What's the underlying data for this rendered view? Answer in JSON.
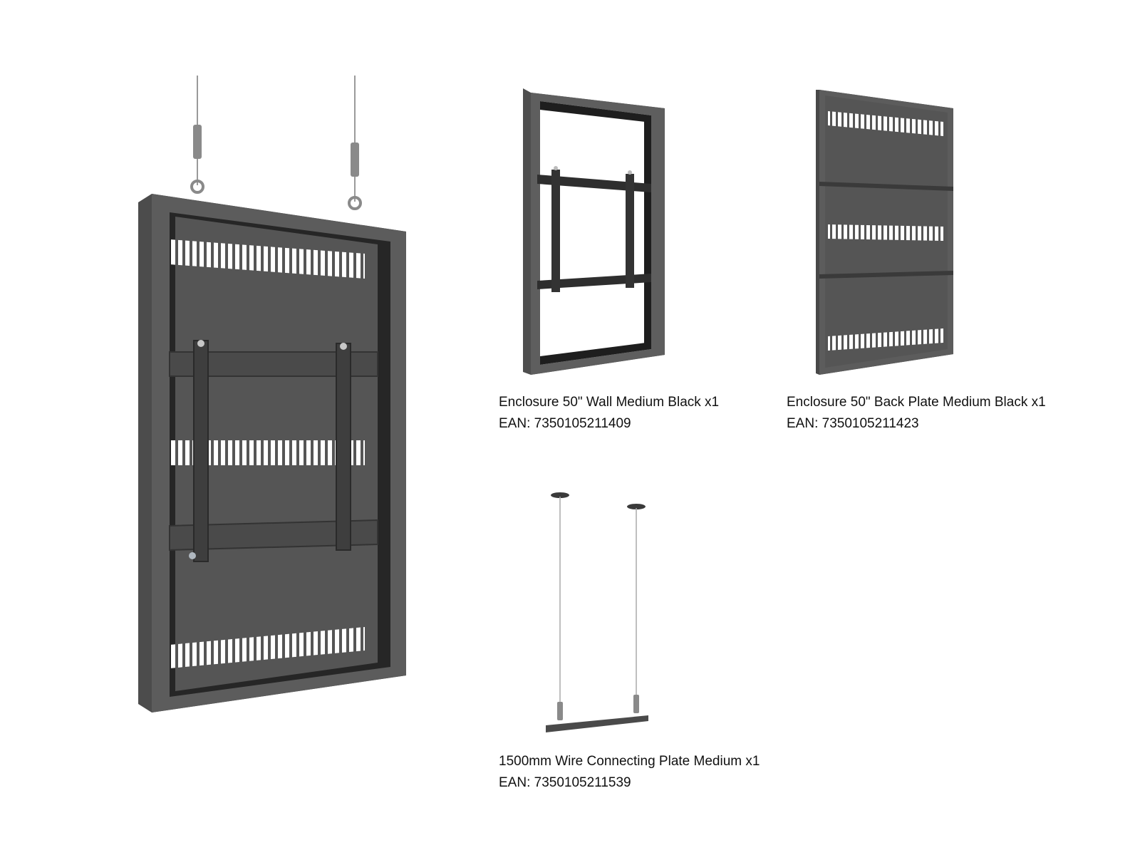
{
  "colors": {
    "metal": "#5a5a5a",
    "metal_dark": "#3a3a3a",
    "frame_black": "#1e1e1e",
    "wire": "#9a9a9a",
    "text": "#111111",
    "background": "#ffffff"
  },
  "products": [
    {
      "name": "Enclosure 50\" Wall Medium Black x1",
      "ean": "EAN: 7350105211409"
    },
    {
      "name": "Enclosure 50\" Back Plate Medium Black x1",
      "ean": "EAN: 7350105211423"
    },
    {
      "name": "1500mm Wire Connecting Plate Medium x1",
      "ean": "EAN: 7350105211539"
    }
  ]
}
